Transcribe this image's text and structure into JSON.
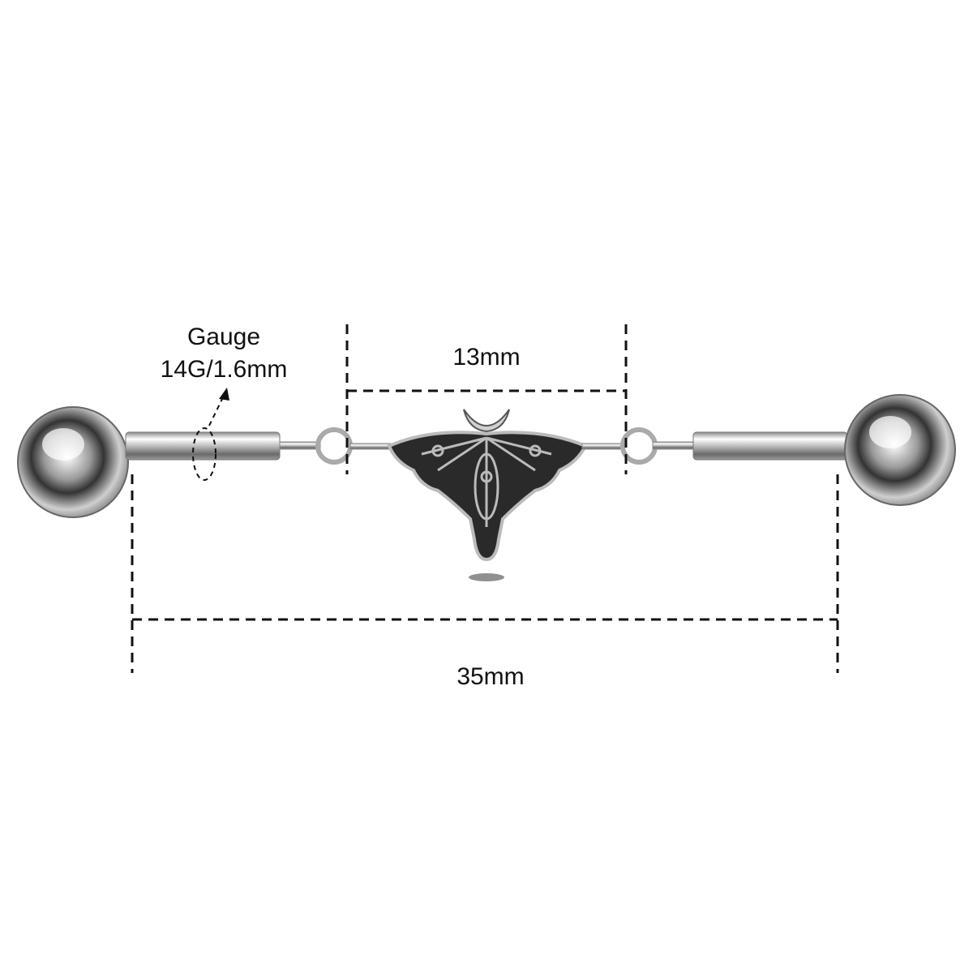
{
  "diagram": {
    "gauge_title": "Gauge",
    "gauge_value": "14G/1.6mm",
    "charm_width": "13mm",
    "total_length": "35mm"
  },
  "colors": {
    "dimension_line": "#111111",
    "metal": "#c8c8c8",
    "oxidized": "#2a2a2a"
  }
}
